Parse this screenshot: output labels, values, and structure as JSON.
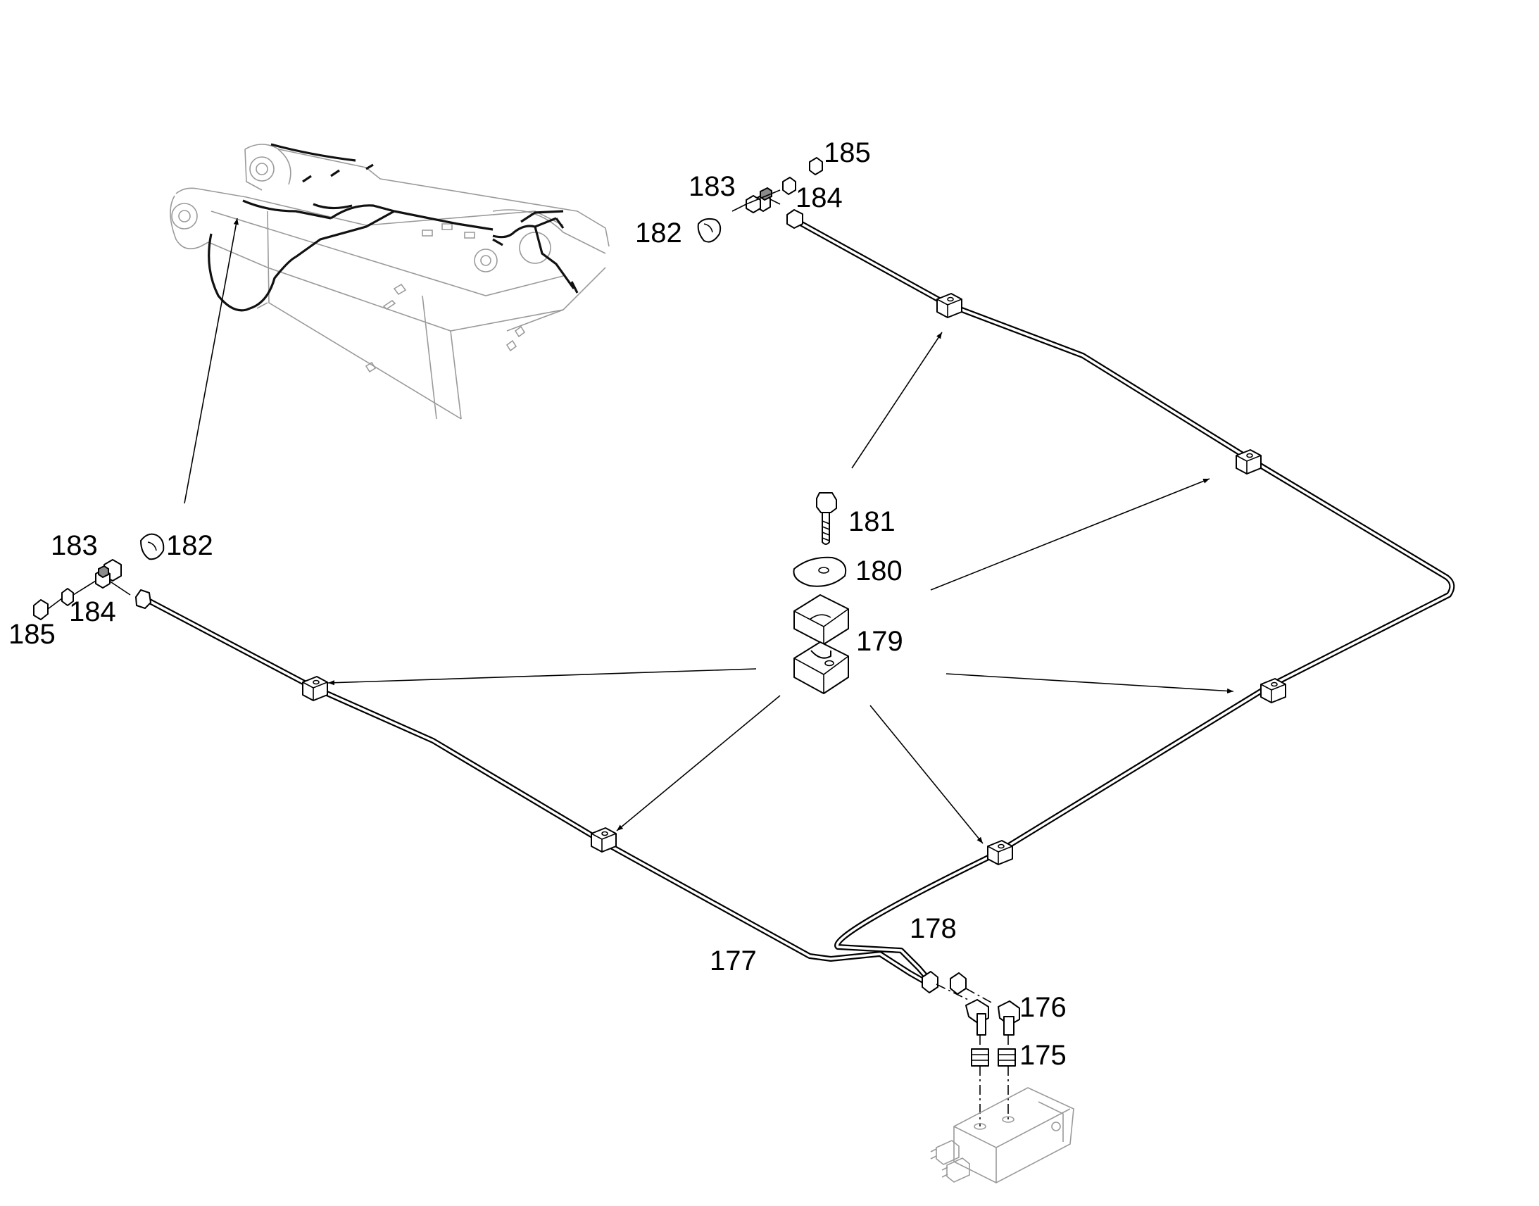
{
  "diagram": {
    "labels": {
      "p175": "175",
      "p176": "176",
      "p177": "177",
      "p178": "178",
      "p179": "179",
      "p180": "180",
      "p181": "181",
      "p182_top": "182",
      "p183_top": "183",
      "p184_top": "184",
      "p185_top": "185",
      "p182_left": "182",
      "p183_left": "183",
      "p184_left": "184",
      "p185_left": "185"
    }
  }
}
